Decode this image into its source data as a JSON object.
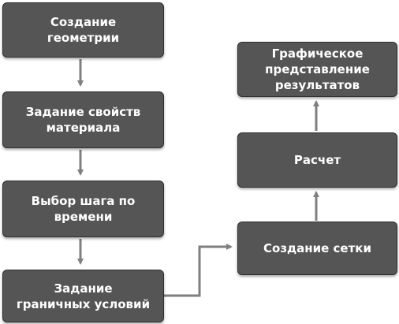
{
  "diagram": {
    "colors": {
      "box_fill": "#555555",
      "box_border": "#2f2f2f",
      "text": "#ffffff",
      "arrow": "#7f7f7f"
    },
    "steps": {
      "create_geometry": "Создание\nгеометрии",
      "material_properties": "Задание свойств\nматериала",
      "time_step": "Выбор шага по\nвремени",
      "boundary_conditions": "Задание\nграничных условий",
      "mesh": "Создание сетки",
      "calculation": "Расчет",
      "results_visualization": "Графическое\nпредставление\nрезультатов"
    }
  }
}
